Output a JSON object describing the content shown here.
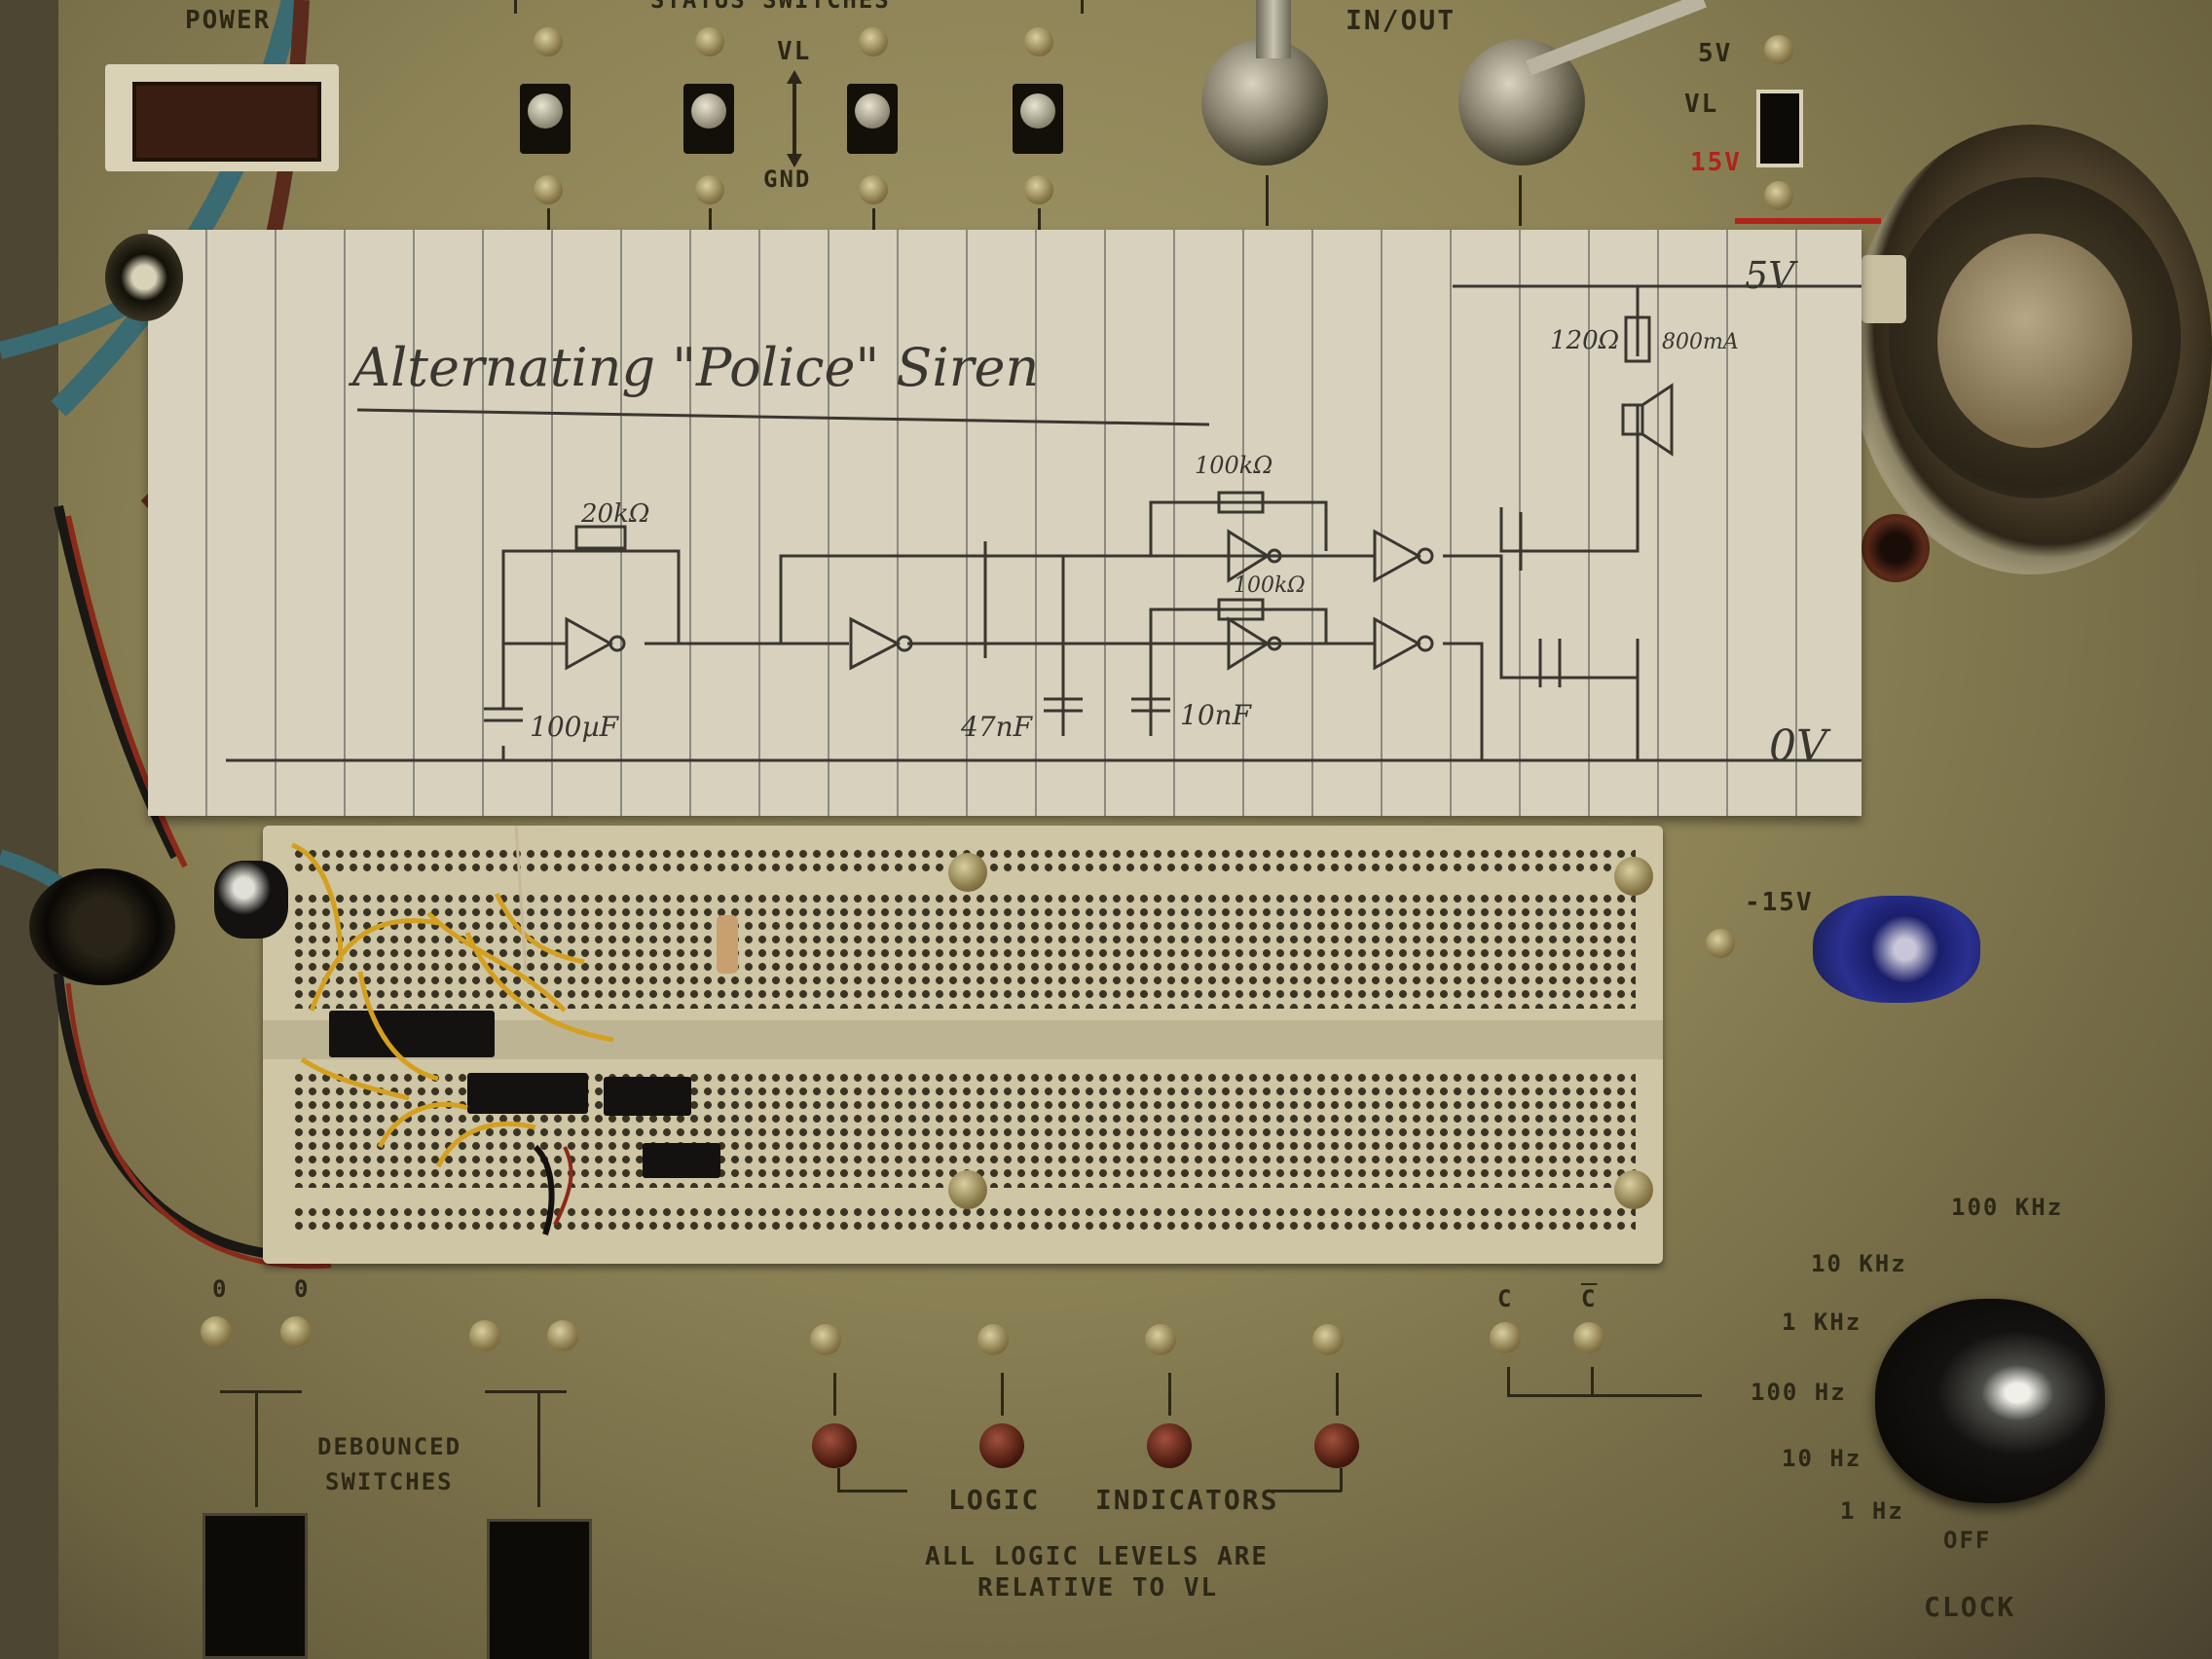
{
  "panel": {
    "power_label": "POWER",
    "status_switches_label": "STATUS SWITCHES",
    "vl_label": "VL",
    "gnd_label": "GND",
    "in_out_label": "IN/OUT",
    "supply_5v": "5V",
    "supply_vl": "VL",
    "supply_15v": "15V",
    "minus_15v": "-15V",
    "debounced_label_1": "DEBOUNCED",
    "debounced_label_2": "SWITCHES",
    "logic_indicators": "LOGIC   INDICATORS",
    "note_line_1": "ALL LOGIC LEVELS ARE",
    "note_line_2": "RELATIVE TO VL",
    "c_label": "C",
    "c_bar_label": "C",
    "clock_label": "CLOCK",
    "debounce_0": "0",
    "debounce_1": "0",
    "accent_red": "#b0231a",
    "panel_color": "#8c8256"
  },
  "clock_dial": {
    "positions": [
      "100 KHz",
      "10 KHz",
      "1 KHz",
      "100 Hz",
      "10 Hz",
      "1 Hz",
      "OFF"
    ]
  },
  "schematic": {
    "title": "Alternating \"Police\" Siren",
    "rail_top": "5V",
    "rail_bottom": "0V",
    "labels": {
      "r1": "20kΩ",
      "c1": "100µF",
      "c2": "47nF",
      "r2": "100kΩ",
      "r3": "100kΩ",
      "c3": "10nF",
      "r4": "120Ω",
      "r4b": "800mA"
    }
  }
}
